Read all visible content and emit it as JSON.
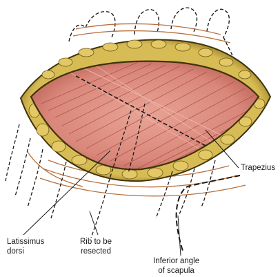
{
  "labels": {
    "trapezius": "Trapezius",
    "latissimus_line1": "Latissimus",
    "latissimus_line2": "dorsi",
    "rib_line1": "Rib to be",
    "rib_line2": "resected",
    "inferior_line1": "Inferior angle",
    "inferior_line2": "of scapula"
  },
  "colors": {
    "muscle": "#d9877a",
    "muscle_dark": "#b85d52",
    "fat": "#c9a93a",
    "fat_dark": "#5c4a10",
    "rib_lines": "#b7703d",
    "ink": "#1a1a1a"
  }
}
